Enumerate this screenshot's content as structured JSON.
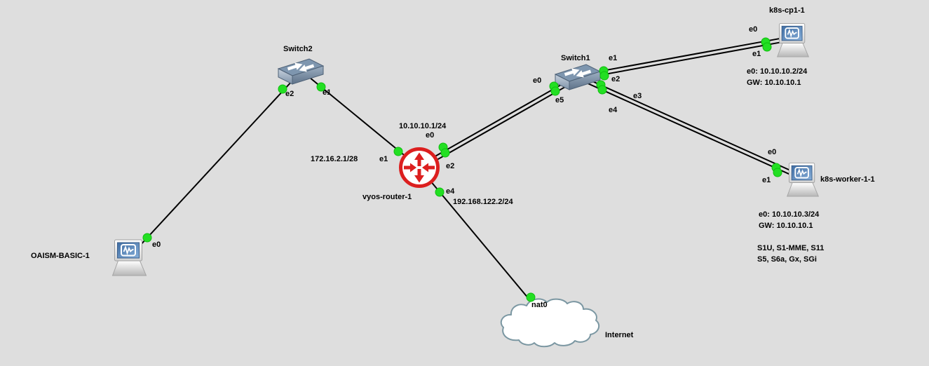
{
  "canvas": {
    "background": "#dedede"
  },
  "nodes": {
    "switch2": {
      "label": "Switch2",
      "type": "ethernet-switch"
    },
    "switch1": {
      "label": "Switch1",
      "type": "ethernet-switch"
    },
    "router": {
      "label": "vyos-router-1",
      "type": "router"
    },
    "oaism": {
      "label": "OAISM-BASIC-1",
      "type": "computer"
    },
    "cp1": {
      "label": "k8s-cp1-1",
      "type": "computer"
    },
    "worker": {
      "label": "k8s-worker-1-1",
      "type": "computer"
    },
    "internet": {
      "label": "Internet",
      "type": "cloud"
    }
  },
  "ports": {
    "switch2_e1": "e1",
    "switch2_e2": "e2",
    "switch1_e0": "e0",
    "switch1_e1": "e1",
    "switch1_e2": "e2",
    "switch1_e3": "e3",
    "switch1_e4": "e4",
    "switch1_e5": "e5",
    "router_e0": "e0",
    "router_e1": "e1",
    "router_e2": "e2",
    "router_e4": "e4",
    "oaism_e0": "e0",
    "cp1_e0": "e0",
    "cp1_e1": "e1",
    "worker_e0": "e0",
    "worker_e1": "e1",
    "internet_nat0": "nat0"
  },
  "annotations": {
    "router_e0_ip": "10.10.10.1/24",
    "router_e1_ip": "172.16.2.1/28",
    "router_e4_ip": "192.168.122.2/24",
    "cp1_info": {
      "line1": "e0: 10.10.10.2/24",
      "line2": "GW: 10.10.10.1"
    },
    "worker_info": {
      "line1": "e0: 10.10.10.3/24",
      "line2": "GW: 10.10.10.1",
      "line3": "S1U, S1-MME, S11",
      "line4": "S5, S6a, Gx, SGi"
    }
  },
  "colors": {
    "background": "#dedede",
    "link": "#000000",
    "port_status_up": "#23df23",
    "router_red": "#dc1f1f",
    "switch_top": "#7e96af",
    "computer_screen_blue": "#4e7db3",
    "cloud_outline": "#7b97a2"
  }
}
